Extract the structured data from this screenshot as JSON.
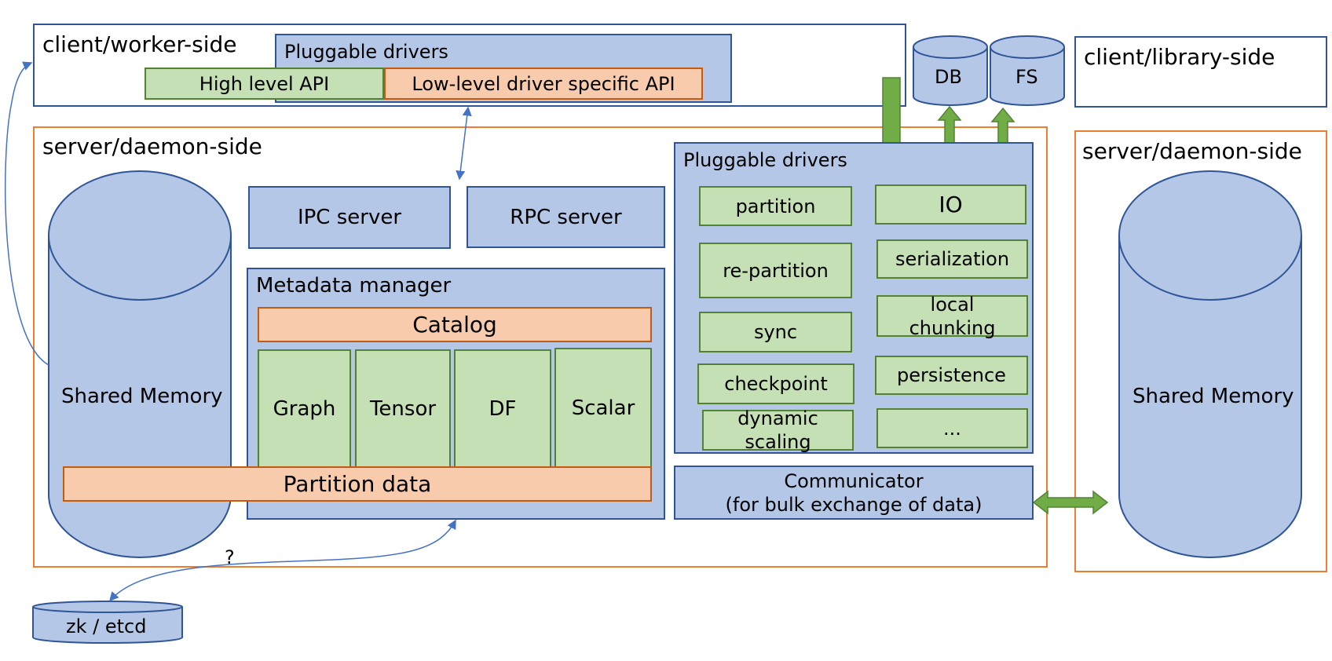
{
  "client_worker": {
    "title": "client/worker-side",
    "drivers_label": "Pluggable drivers",
    "high_level_api": "High level API",
    "low_level_api": "Low-level driver specific API"
  },
  "storage": {
    "db": "DB",
    "fs": "FS"
  },
  "client_library": {
    "title": "client/library-side"
  },
  "server": {
    "title": "server/daemon-side",
    "shared_memory": "Shared Memory",
    "ipc_server": "IPC server",
    "rpc_server": "RPC server",
    "metadata_manager": "Metadata manager",
    "catalog": "Catalog",
    "types": {
      "graph": "Graph",
      "tensor": "Tensor",
      "df": "DF",
      "scalar": "Scalar"
    },
    "partition_data": "Partition data",
    "drivers": {
      "title": "Pluggable drivers",
      "partition": "partition",
      "io": "IO",
      "repartition": "re-partition",
      "serialization": "serialization",
      "sync": "sync",
      "local_chunking": "local chunking",
      "checkpoint": "checkpoint",
      "persistence": "persistence",
      "dynamic_scaling": "dynamic scaling",
      "more": "..."
    },
    "communicator_line1": "Communicator",
    "communicator_line2": "(for  bulk exchange of data)"
  },
  "server_right": {
    "title": "server/daemon-side",
    "shared_memory": "Shared Memory"
  },
  "question_mark": "?",
  "zk_etcd": "zk / etcd",
  "colors": {
    "blue_fill": "#b4c7e7",
    "blue_line": "#2f5597",
    "green_fill": "#c5e0b4",
    "green_arrow": "#70ad47",
    "peach_fill": "#f8cbad",
    "orange_line": "#ed7d31"
  }
}
